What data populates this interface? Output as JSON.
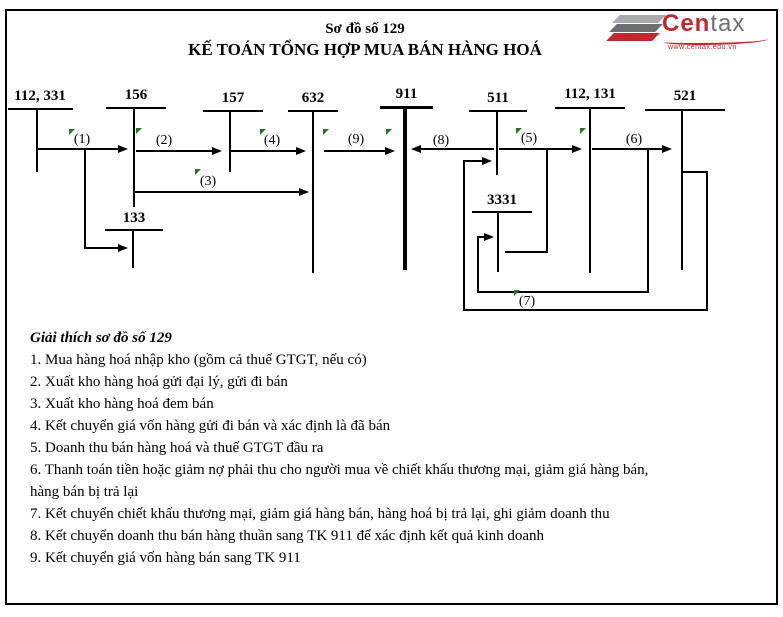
{
  "header": {
    "diagram_number": "Sơ đồ số 129",
    "title": "KẾ TOÁN TỔNG HỢP MUA BÁN HÀNG HOÁ"
  },
  "logo": {
    "brand_red": "Cen",
    "brand_gray": "tax",
    "website": "www.centax.edu.vn"
  },
  "diagram": {
    "accounts": [
      {
        "label": "112, 331"
      },
      {
        "label": "156"
      },
      {
        "label": "157"
      },
      {
        "label": "632"
      },
      {
        "label": "911"
      },
      {
        "label": "511"
      },
      {
        "label": "112, 131"
      },
      {
        "label": "521"
      },
      {
        "label": "133"
      },
      {
        "label": "3331"
      }
    ],
    "flows": [
      {
        "label": "(1)"
      },
      {
        "label": "(2)"
      },
      {
        "label": "(3)"
      },
      {
        "label": "(4)"
      },
      {
        "label": "(5)"
      },
      {
        "label": "(6)"
      },
      {
        "label": "(7)"
      },
      {
        "label": "(8)"
      },
      {
        "label": "(9)"
      }
    ]
  },
  "notes": {
    "heading": "Giải thích sơ đồ số 129",
    "lines": [
      "1. Mua hàng hoá nhập kho (gồm cả thuế GTGT, nếu có)",
      "2. Xuất kho hàng hoá gửi đại lý, gửi đi bán",
      "3. Xuất kho hàng hoá đem bán",
      "4. Kết chuyển giá vốn hàng gửi đi bán và xác định là đã bán",
      "5. Doanh thu bán hàng hoá và thuế GTGT đầu ra",
      "6. Thanh toán tiền hoặc giảm nợ phải thu cho người mua về chiết khấu thương mại, giảm giá hàng bán,",
      "hàng bán bị trả lại",
      "7. Kết chuyển chiết khấu thương mại, giảm giá hàng bán, hàng hoá bị trả lại, ghi giảm doanh thu",
      "8. Kết chuyển doanh thu bán hàng thuần sang TK 911 để xác định kết quả kinh doanh",
      "9. Kết chuyển giá vốn hàng bán sang TK 911"
    ]
  },
  "colors": {
    "accent_red": "#c1272d",
    "marker_green": "#217a21",
    "line_black": "#000000"
  }
}
